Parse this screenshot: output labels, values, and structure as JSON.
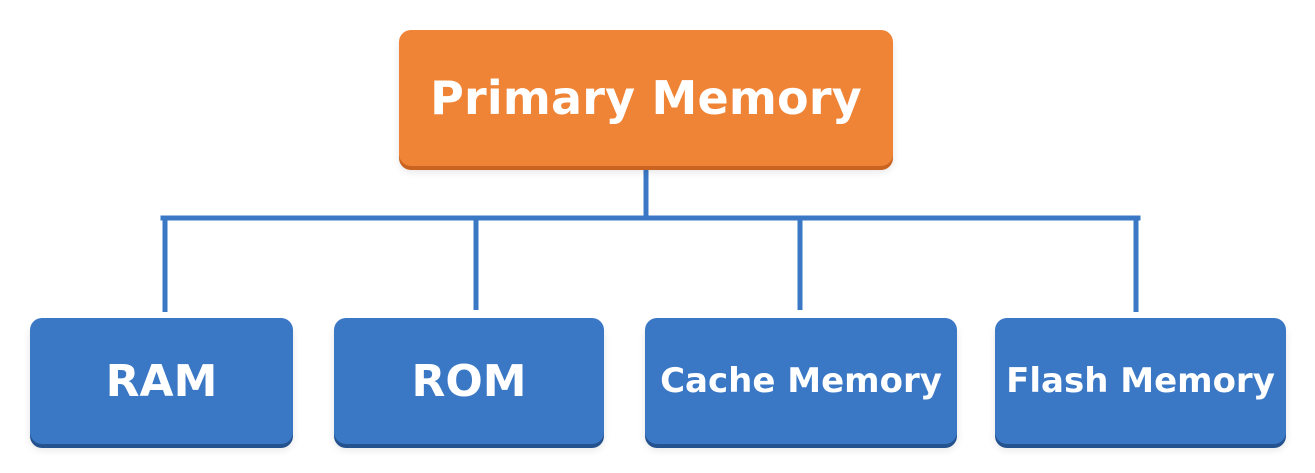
{
  "colors": {
    "root_fill": "#ef8436",
    "child_fill": "#3a78c6",
    "connector": "#3a78c6",
    "text": "#ffffff"
  },
  "root": {
    "label": "Primary Memory"
  },
  "children": [
    {
      "label": "RAM"
    },
    {
      "label": "ROM"
    },
    {
      "label": "Cache Memory"
    },
    {
      "label": "Flash Memory"
    }
  ]
}
